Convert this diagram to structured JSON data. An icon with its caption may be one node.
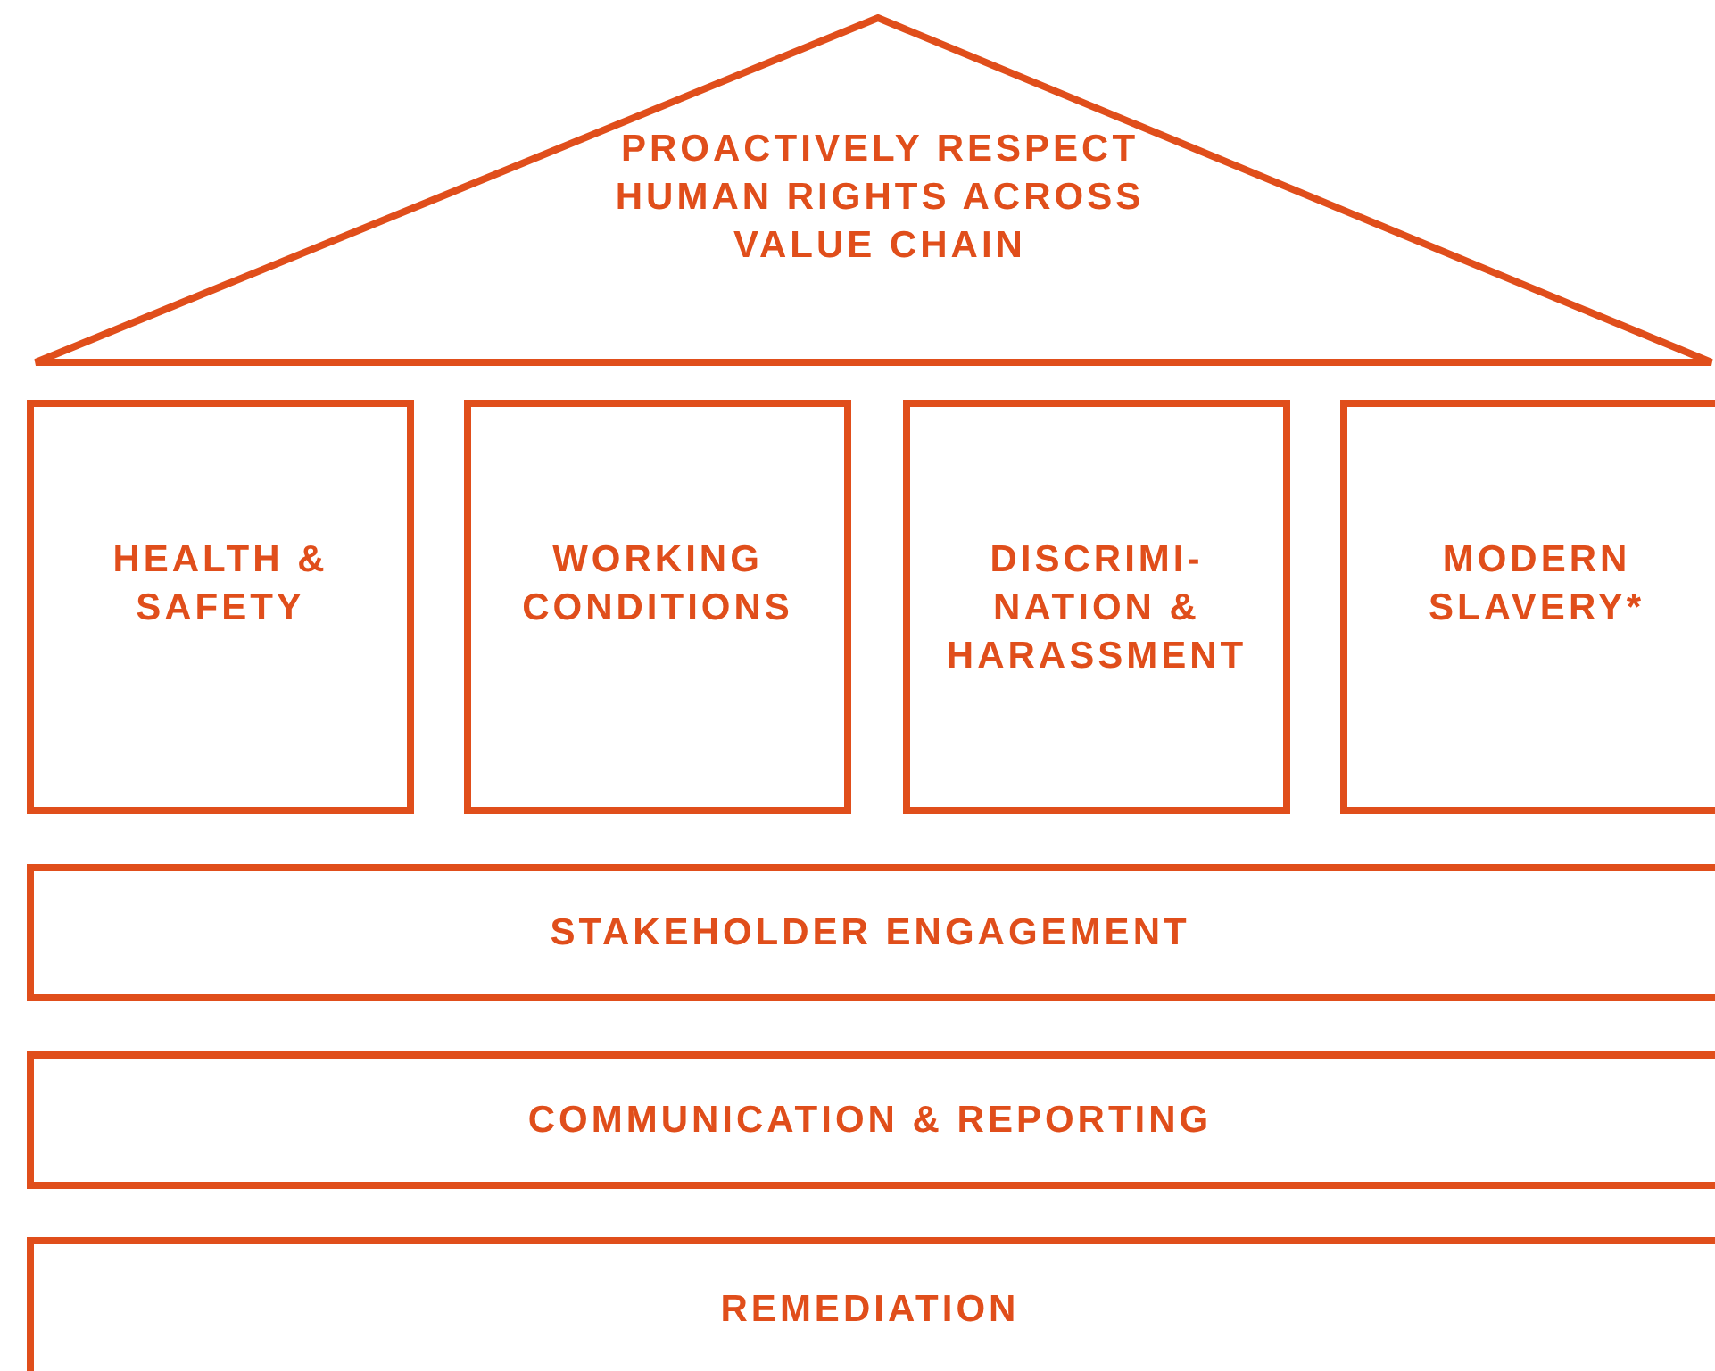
{
  "diagram": {
    "nodes": [
      {
        "text": [
          "PROACTIVELY RESPECT HUMAN RIGHTS ACROSS VALUE CHAIN"
        ]
      },
      {
        "text": [
          "HEALTH & SAFETY"
        ]
      },
      {
        "text": [
          "WORKING CONDITIONS"
        ]
      },
      {
        "text": [
          "DISCRIMI- NATION & HARASSMENT"
        ]
      },
      {
        "text": [
          "MODERN SLAVERY*"
        ]
      },
      {
        "text": [
          "STAKEHOLDER ENGAGEMENT"
        ]
      },
      {
        "text": [
          "COMMUNICATION & REPORTING"
        ]
      },
      {
        "text": [
          "REMEDIATION"
        ]
      }
    ]
  }
}
